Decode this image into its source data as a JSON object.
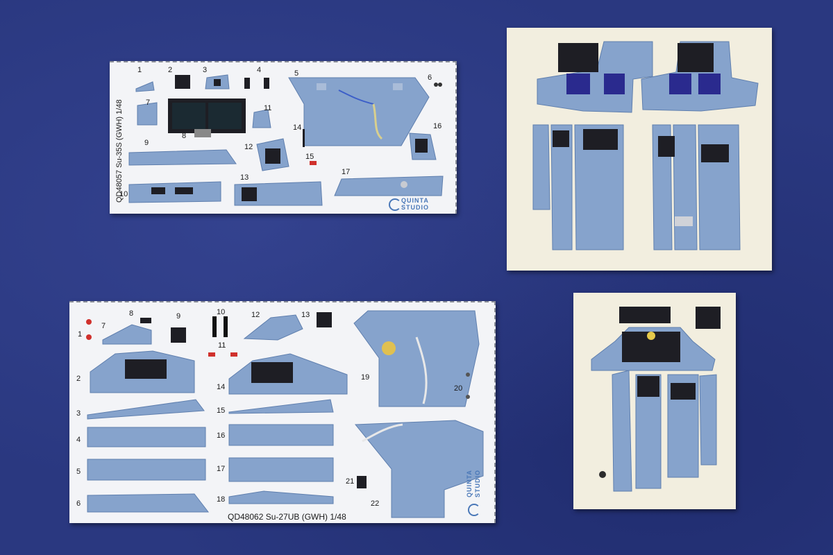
{
  "sheet_a": {
    "label": "QD48057 Su-35S (GWH) 1/48",
    "brand_line1": "QUINTA",
    "brand_line2": "STUDIO",
    "numbers": [
      "1",
      "2",
      "3",
      "4",
      "5",
      "6",
      "7",
      "8",
      "9",
      "10",
      "11",
      "12",
      "13",
      "14",
      "15",
      "16",
      "17"
    ]
  },
  "sheet_b": {
    "label": "QD48062 Su-27UB (GWH) 1/48",
    "brand_line1": "QUINTA",
    "brand_line2": "STUDIO",
    "numbers": [
      "1",
      "2",
      "3",
      "4",
      "5",
      "6",
      "7",
      "8",
      "9",
      "10",
      "11",
      "12",
      "13",
      "14",
      "15",
      "16",
      "17",
      "18",
      "19",
      "20",
      "21",
      "22"
    ]
  },
  "colors": {
    "background_fabric": "#2a3880",
    "decal_sheet": "#f3f4f7",
    "backing_paper": "#f2eedf",
    "panel_blue": "#86a3cc",
    "instrument_black": "#1e1e24",
    "brand_blue": "#4a78b8"
  }
}
